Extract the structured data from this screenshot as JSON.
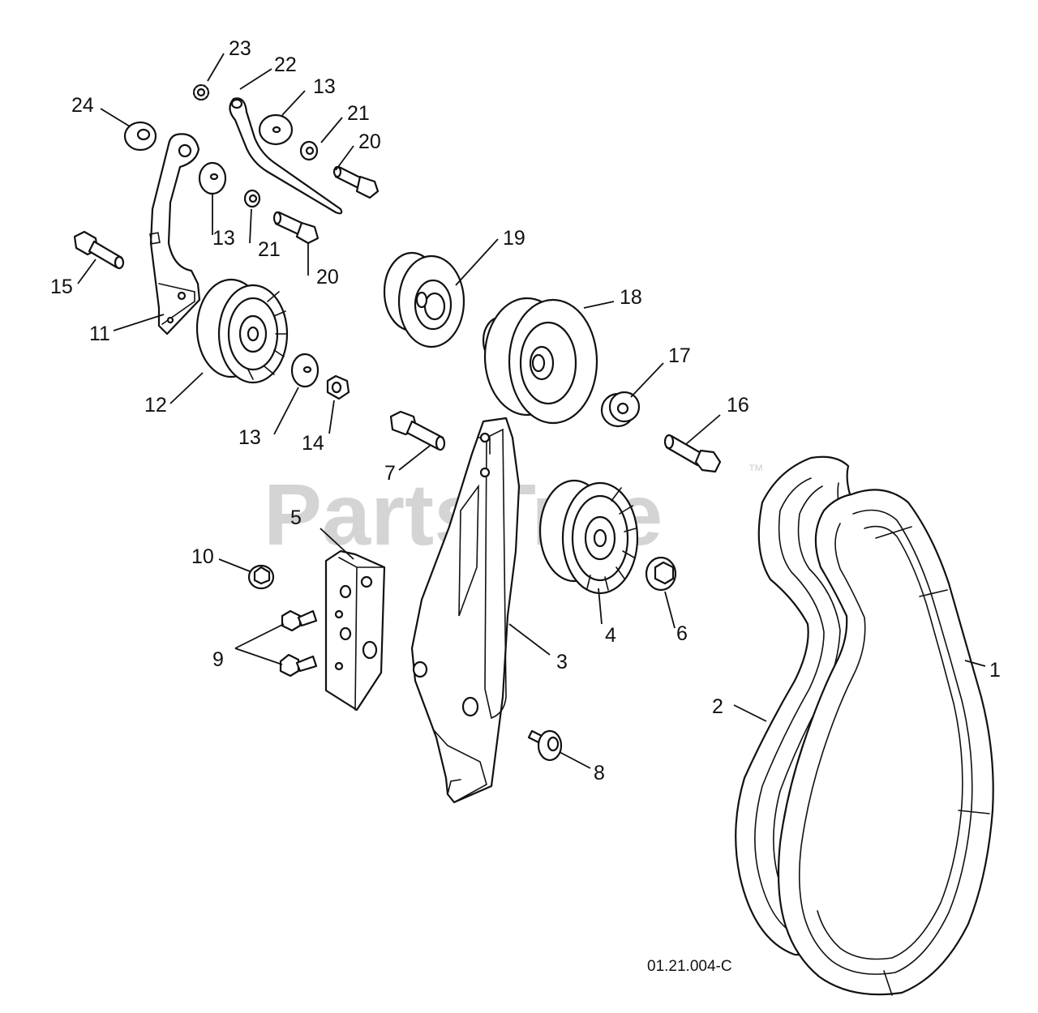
{
  "watermark": {
    "text": "PartsTree",
    "trademark": "™"
  },
  "drawing_code": "01.21.004-C",
  "callouts": {
    "c1": "1",
    "c2": "2",
    "c3": "3",
    "c4": "4",
    "c5": "5",
    "c6": "6",
    "c7": "7",
    "c8": "8",
    "c9": "9",
    "c10": "10",
    "c11": "11",
    "c12": "12",
    "c13a": "13",
    "c13b": "13",
    "c13c": "13",
    "c14": "14",
    "c15": "15",
    "c16": "16",
    "c17": "17",
    "c18": "18",
    "c19": "19",
    "c20a": "20",
    "c20b": "20",
    "c21a": "21",
    "c21b": "21",
    "c22": "22",
    "c23": "23",
    "c24": "24"
  }
}
